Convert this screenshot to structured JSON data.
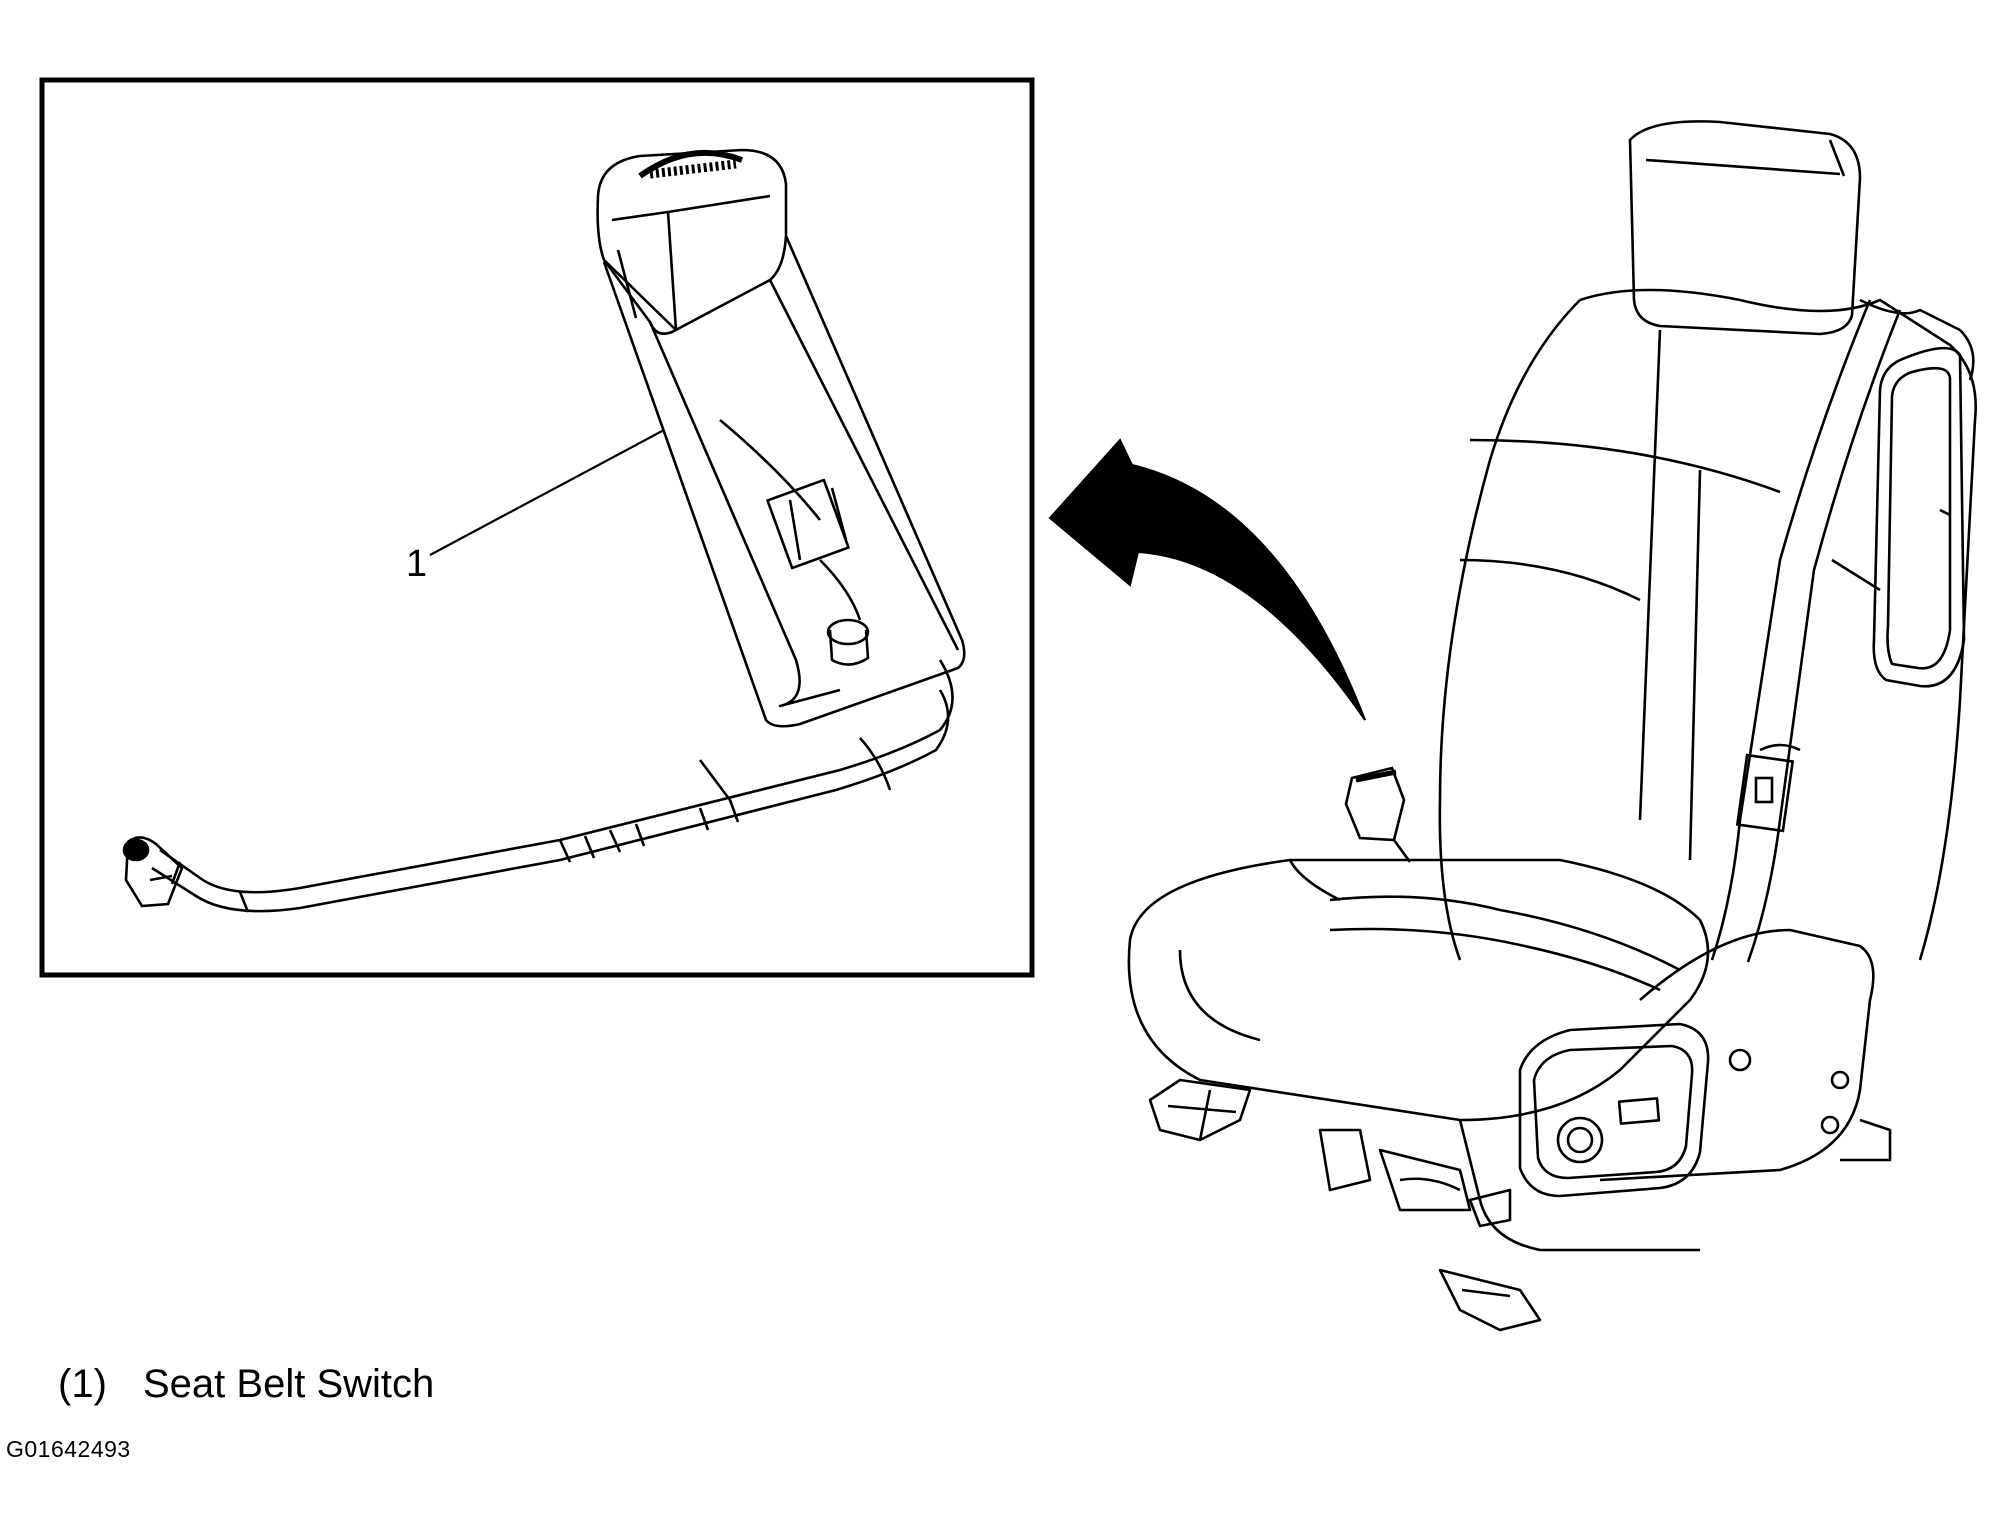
{
  "figure": {
    "callout": "1",
    "legend": [
      {
        "number": "(1)",
        "label": "Seat Belt Switch"
      }
    ],
    "figure_id": "G01642493"
  },
  "colors": {
    "ink": "#000000",
    "paper": "#ffffff"
  }
}
